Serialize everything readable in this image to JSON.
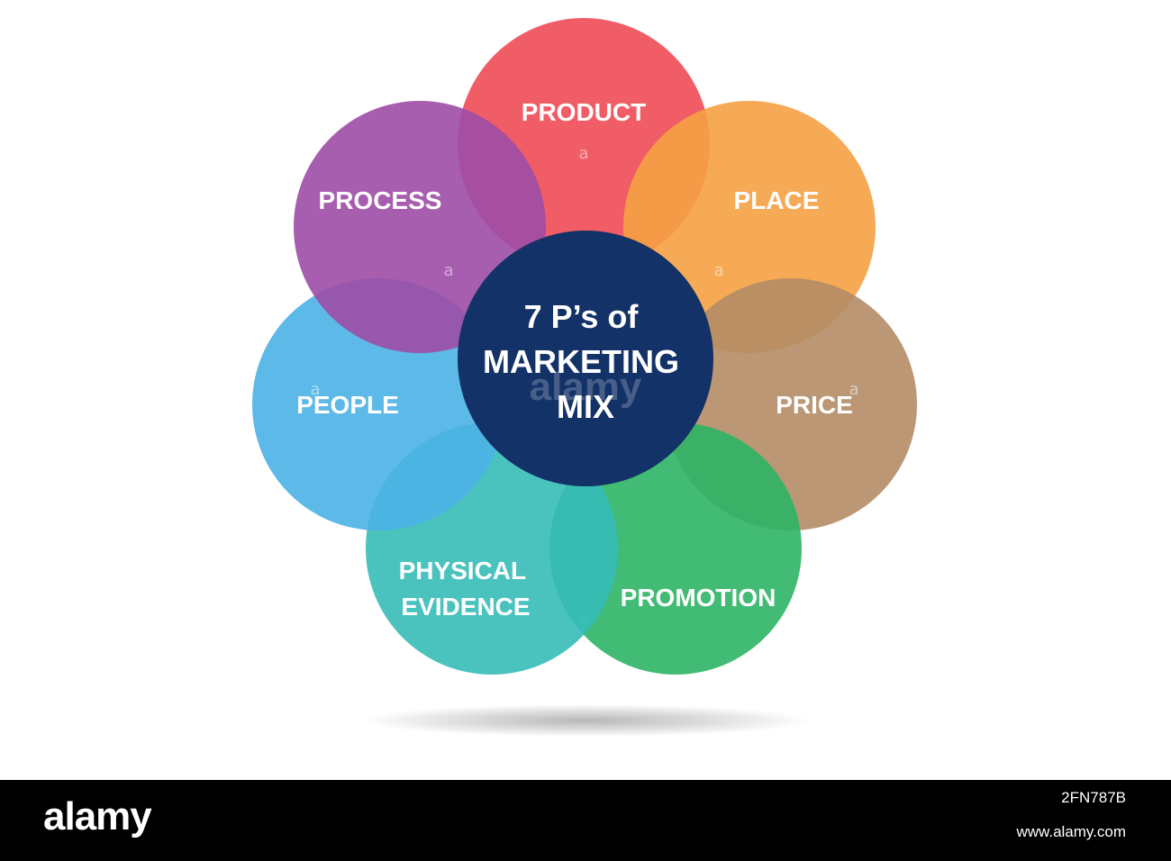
{
  "diagram": {
    "center": {
      "lines": [
        "7 P’s of",
        "MARKETING",
        "MIX"
      ],
      "color": "#133267"
    },
    "petals": [
      {
        "id": "product",
        "lines": [
          "PRODUCT"
        ],
        "color": "#ef4b55"
      },
      {
        "id": "place",
        "lines": [
          "PLACE"
        ],
        "color": "#f5a143"
      },
      {
        "id": "price",
        "lines": [
          "PRICE"
        ],
        "color": "#b48c66"
      },
      {
        "id": "promotion",
        "lines": [
          "PROMOTION"
        ],
        "color": "#2db466"
      },
      {
        "id": "physical-evidence",
        "lines": [
          "PHYSICAL",
          "EVIDENCE"
        ],
        "color": "#36bdb8"
      },
      {
        "id": "people",
        "lines": [
          "PEOPLE"
        ],
        "color": "#4bb3e5"
      },
      {
        "id": "process",
        "lines": [
          "PROCESS"
        ],
        "color": "#9d4ca6"
      }
    ]
  },
  "watermark": {
    "center_text": "alamy",
    "mark_glyph": "a"
  },
  "footer": {
    "logo": "alamy",
    "image_id": "2FN787B",
    "url": "www.alamy.com"
  }
}
